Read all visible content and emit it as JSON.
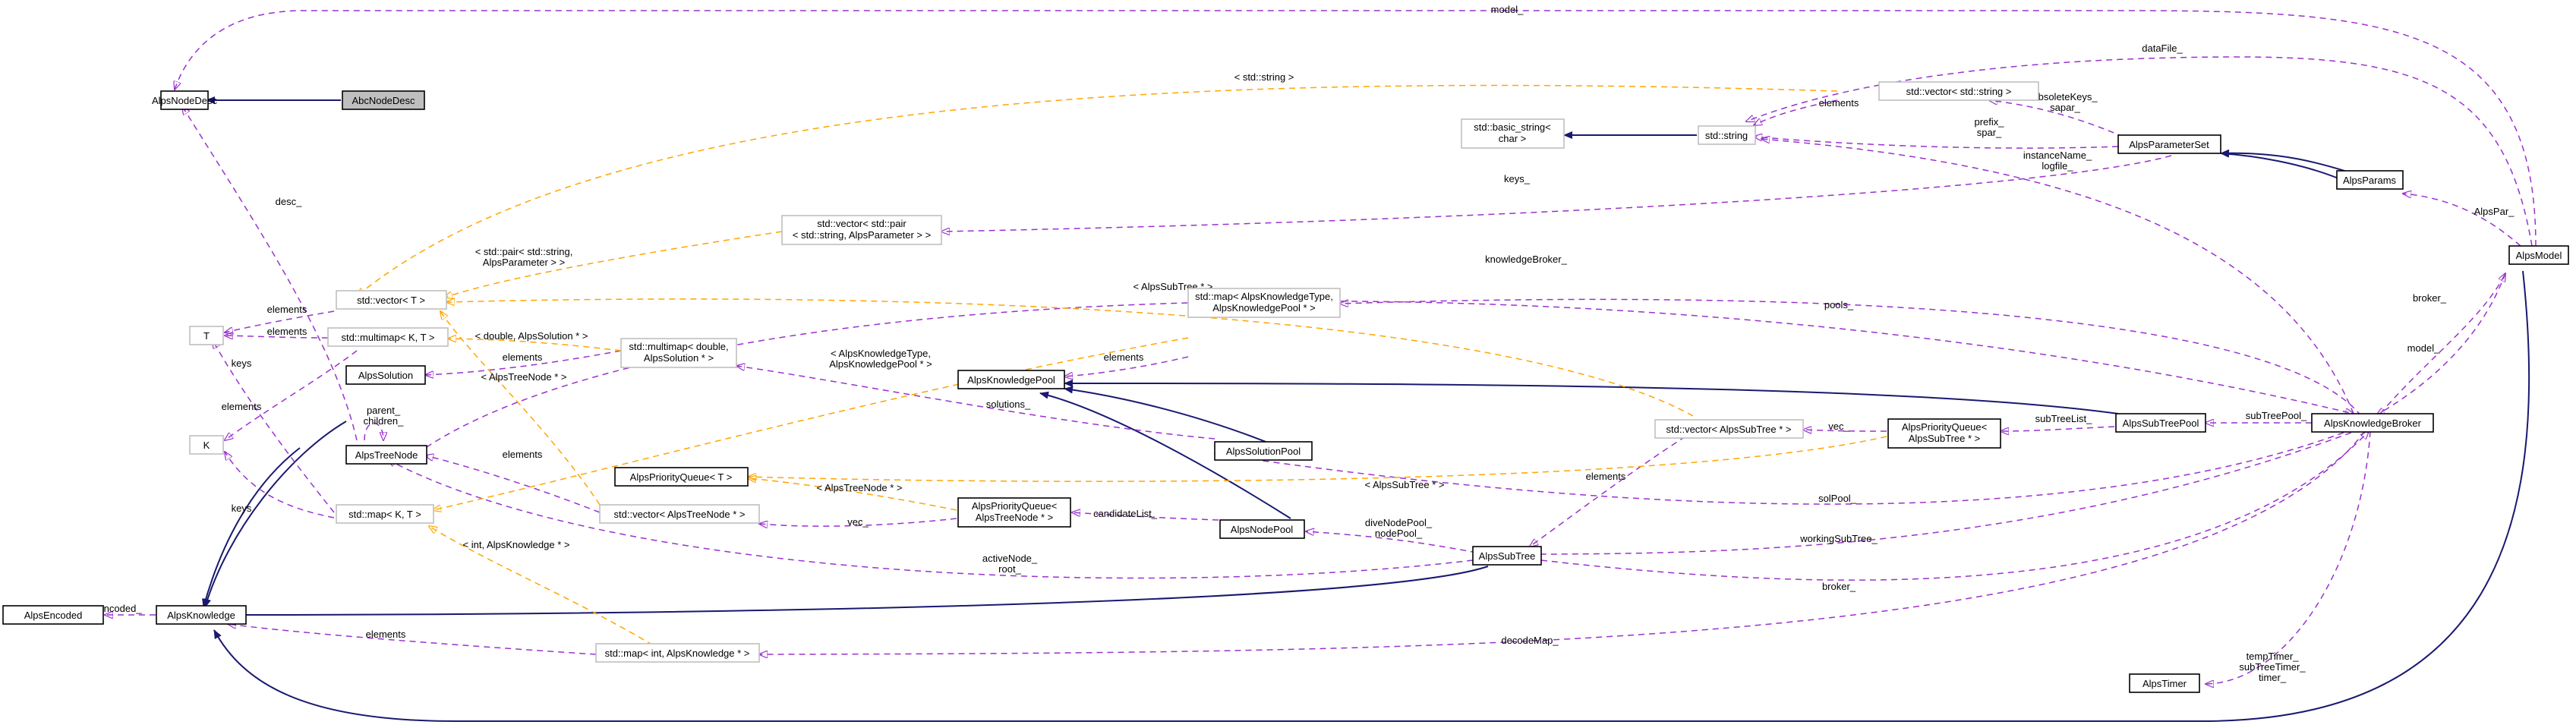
{
  "colors": {
    "inheritance": "#191970",
    "usage": "#9a32cd",
    "template": "#ffa500",
    "focus_fill": "#bfbfbf",
    "template_border": "#bfbfbf"
  },
  "nodes": {
    "AlpsNodeDesc": [
      "AlpsNodeDesc"
    ],
    "AbcNodeDesc": [
      "AbcNodeDesc"
    ],
    "vector_T": [
      "std::vector< T >"
    ],
    "T": [
      "T"
    ],
    "multimap_KT": [
      "std::multimap< K, T >"
    ],
    "K": [
      "K"
    ],
    "AlpsSolution": [
      "AlpsSolution"
    ],
    "AlpsTreeNode": [
      "AlpsTreeNode"
    ],
    "AlpsPriorityQueue_T": [
      "AlpsPriorityQueue< T >"
    ],
    "map_KT": [
      "std::map< K, T >"
    ],
    "AlpsEncoded": [
      "AlpsEncoded"
    ],
    "AlpsKnowledge": [
      "AlpsKnowledge"
    ],
    "vector_pair": [
      "std::vector< std::pair",
      "< std::string, AlpsParameter > >"
    ],
    "multimap_double": [
      "std::multimap< double,",
      "AlpsSolution * >"
    ],
    "vector_TreeNode": [
      "std::vector< AlpsTreeNode * >"
    ],
    "map_int": [
      "std::map< int, AlpsKnowledge * >"
    ],
    "map_KnowledgeType": [
      "std::map< AlpsKnowledgeType,",
      "AlpsKnowledgePool * >"
    ],
    "AlpsKnowledgePool": [
      "AlpsKnowledgePool"
    ],
    "AlpsPQ_TreeNode": [
      "AlpsPriorityQueue<",
      "AlpsTreeNode * >"
    ],
    "AlpsSolutionPool": [
      "AlpsSolutionPool"
    ],
    "AlpsNodePool": [
      "AlpsNodePool"
    ],
    "basic_string": [
      "std::basic_string<",
      "char >"
    ],
    "vector_string": [
      "std::vector< std::string >"
    ],
    "string": [
      "std::string"
    ],
    "vector_SubTree": [
      "std::vector< AlpsSubTree * >"
    ],
    "AlpsSubTree": [
      "AlpsSubTree"
    ],
    "AlpsPQ_SubTree": [
      "AlpsPriorityQueue<",
      "AlpsSubTree * >"
    ],
    "AlpsParameterSet": [
      "AlpsParameterSet"
    ],
    "AlpsSubTreePool": [
      "AlpsSubTreePool"
    ],
    "AlpsParams": [
      "AlpsParams"
    ],
    "AlpsTimer": [
      "AlpsTimer"
    ],
    "AlpsKnowledgeBroker": [
      "AlpsKnowledgeBroker"
    ],
    "AlpsModel": [
      "AlpsModel"
    ]
  },
  "labels": {
    "model": [
      "model_"
    ],
    "dataFile": [
      "dataFile_"
    ],
    "std_string": [
      "< std::string >"
    ],
    "obsoleteKeys": [
      "obsoleteKeys_",
      "sapar_"
    ],
    "elements_string": [
      "elements"
    ],
    "prefix": [
      "prefix_",
      "spar_"
    ],
    "instanceName": [
      "instanceName_",
      "logfile_"
    ],
    "keys_pair": [
      "keys_"
    ],
    "AlpsPar": [
      "AlpsPar_"
    ],
    "desc": [
      "desc_"
    ],
    "pair_param": [
      "< std::pair< std::string,",
      "AlpsParameter > >"
    ],
    "knowledgeBroker": [
      "knowledgeBroker_"
    ],
    "subtree_ptr_vec": [
      "< AlpsSubTree * >"
    ],
    "pools": [
      "pools_"
    ],
    "elements_T1": [
      "elements"
    ],
    "elements_T2": [
      "elements"
    ],
    "double_sol": [
      "< double, AlpsSolution * >"
    ],
    "elements_sol": [
      "elements"
    ],
    "elements_kp": [
      "elements"
    ],
    "kt_pool": [
      "< AlpsKnowledgeType,",
      "AlpsKnowledgePool * >"
    ],
    "keys_T": [
      "keys"
    ],
    "elements_T3": [
      "elements"
    ],
    "parent": [
      "parent_",
      "children_"
    ],
    "treenode_ptr": [
      "< AlpsTreeNode * >"
    ],
    "solutions": [
      "solutions_"
    ],
    "broker": [
      "broker_"
    ],
    "model_broker": [
      "model_"
    ],
    "subTreePool": [
      "subTreePool_"
    ],
    "subTreeList": [
      "subTreeList_"
    ],
    "vec_sub": [
      "vec_"
    ],
    "elements_tn": [
      "elements"
    ],
    "treenode_ptr2": [
      "< AlpsTreeNode * >"
    ],
    "subtree_ptr2": [
      "< AlpsSubTree * >"
    ],
    "elements_st": [
      "elements"
    ],
    "keys_map": [
      "keys"
    ],
    "int_know": [
      "< int, AlpsKnowledge * >"
    ],
    "vec_tn": [
      "vec_"
    ],
    "candidateList": [
      "candidateList_"
    ],
    "solPool": [
      "solPool_"
    ],
    "diveNodePool": [
      "diveNodePool_",
      "nodePool_"
    ],
    "workingSubTree": [
      "workingSubTree_"
    ],
    "activeNode": [
      "activeNode_",
      "root_"
    ],
    "broker_sub": [
      "broker_"
    ],
    "encoded": [
      "encoded_"
    ],
    "elements_int": [
      "elements"
    ],
    "decodeMap": [
      "decodeMap_"
    ],
    "timers": [
      "tempTimer_",
      "subTreeTimer_",
      "timer_"
    ]
  }
}
